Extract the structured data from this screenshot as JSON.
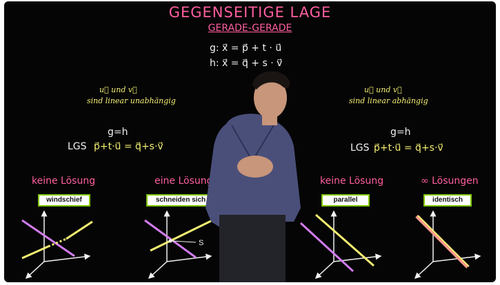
{
  "header": {
    "title": "GEGENSEITIGE LAGE",
    "subtitle": "GERADE-GERADE"
  },
  "equations": {
    "g": "g:  x⃗ = p⃗ + t · u⃗",
    "h": "h:  x⃗ = q⃗ + s · v⃗"
  },
  "left": {
    "condition_line1": "u⃗ und v⃗",
    "condition_line2": "sind linear unabhängig",
    "gh": "g=h",
    "lgs_label": "LGS",
    "lgs_eq": "p⃗+t·u⃗ = q⃗+s·v⃗"
  },
  "right": {
    "condition_line1": "u⃗ und v⃗",
    "condition_line2": "sind linear abhängig",
    "gh": "g=h",
    "lgs_label": "LGS",
    "lgs_eq": "p⃗+t·u⃗ = q⃗+s·v⃗"
  },
  "cases": [
    {
      "solutions": "keine Lösung",
      "label": "windschief"
    },
    {
      "solutions": "eine Lösung",
      "label": "schneiden sich",
      "point": "S"
    },
    {
      "solutions": "keine Lösung",
      "label": "parallel"
    },
    {
      "solutions": "∞ Lösungen",
      "label": "identisch"
    }
  ],
  "colors": {
    "board": "#050505",
    "pink": "#ff5fa0",
    "yellow": "#f4ef73",
    "violet": "#d27cf0",
    "chalk_white": "#f2f2f2",
    "box_border": "#7fc400"
  }
}
